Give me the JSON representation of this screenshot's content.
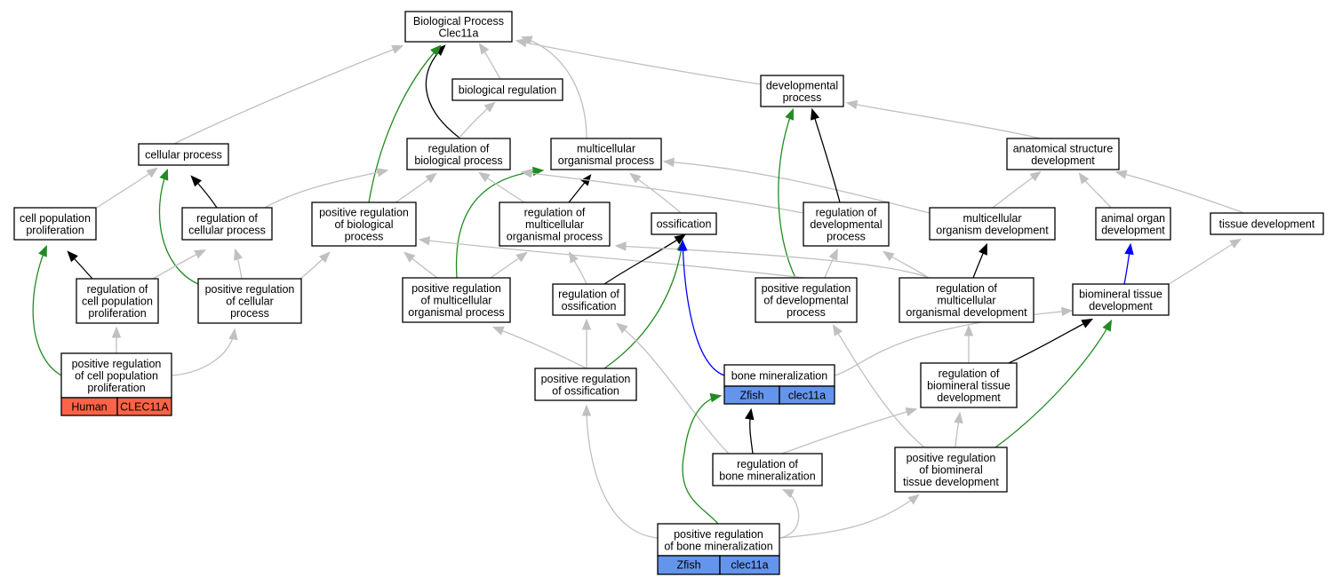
{
  "colors": {
    "grey_edge": "#c0c0c0",
    "black_edge": "#000000",
    "green_edge": "#228b22",
    "blue_edge": "#0000ff",
    "human": "#ff6347",
    "zfish": "#6495ed"
  },
  "nodes": {
    "bp": [
      "Biological Process",
      "Clec11a"
    ],
    "bioreg": [
      "biological regulation"
    ],
    "devproc": [
      "developmental",
      "process"
    ],
    "cellproc": [
      "cellular process"
    ],
    "regbio": [
      "regulation of",
      "biological process"
    ],
    "multiproc": [
      "multicellular",
      "organismal process"
    ],
    "anatdev": [
      "anatomical structure",
      "development"
    ],
    "cellprolif": [
      "cell population",
      "proliferation"
    ],
    "regcell": [
      "regulation of",
      "cellular process"
    ],
    "posregbio": [
      "positive regulation",
      "of biological",
      "process"
    ],
    "regmulti": [
      "regulation of",
      "multicellular",
      "organismal process"
    ],
    "ossif": [
      "ossification"
    ],
    "regdev": [
      "regulation of",
      "developmental",
      "process"
    ],
    "multidev": [
      "multicellular",
      "organism development"
    ],
    "organdev": [
      "animal organ",
      "development"
    ],
    "tissuedev": [
      "tissue development"
    ],
    "regprolif": [
      "regulation of",
      "cell population",
      "proliferation"
    ],
    "posregcell": [
      "positive regulation",
      "of cellular",
      "process"
    ],
    "posregmulti": [
      "positive regulation",
      "of multicellular",
      "organismal process"
    ],
    "regossif": [
      "regulation of",
      "ossification"
    ],
    "posregdev": [
      "positive regulation",
      "of developmental",
      "process"
    ],
    "regmultidev": [
      "regulation of",
      "multicellular",
      "organismal development"
    ],
    "biomindev": [
      "biomineral tissue",
      "development"
    ],
    "posprolif": [
      "positive regulation",
      "of cell population",
      "proliferation"
    ],
    "posossif": [
      "positive regulation",
      "of ossification"
    ],
    "bonemin": [
      "bone mineralization"
    ],
    "regbiomin": [
      "regulation of",
      "biomineral tissue",
      "development"
    ],
    "regbone": [
      "regulation of",
      "bone mineralization"
    ],
    "posbiomin": [
      "positive regulation",
      "of biomineral",
      "tissue development"
    ],
    "posbone": [
      "positive regulation",
      "of bone mineralization"
    ]
  },
  "annotations": {
    "posprolif": {
      "species": "Human",
      "gene": "CLEC11A",
      "color": "#ff6347"
    },
    "bonemin": {
      "species": "Zfish",
      "gene": "clec11a",
      "color": "#6495ed"
    },
    "posbone": {
      "species": "Zfish",
      "gene": "clec11a",
      "color": "#6495ed"
    }
  }
}
